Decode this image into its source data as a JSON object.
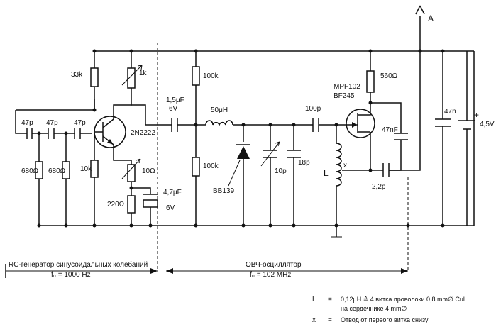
{
  "colors": {
    "ink": "#111111",
    "paper": "#ffffff"
  },
  "output_label": "A",
  "components": {
    "r1": "33k",
    "r_trim1": "1k",
    "r2": "10k",
    "r_trim2": "10Ω",
    "r3": "220Ω",
    "c1": "47p",
    "c2": "47p",
    "c3": "47p",
    "r4": "680Ω",
    "r5": "680Ω",
    "transistor1": "2N2222",
    "c_coupling_1": "1,5μF",
    "c_coupling_2": "6V",
    "c_emitter_1": "4,7μF",
    "c_emitter_2": "6V",
    "r6": "100k",
    "r7": "100k",
    "choke": "50μH",
    "varicap": "BB139",
    "c_var": "10p",
    "c_fix": "18p",
    "c_gate": "100p",
    "fet_1": "MPF102",
    "fet_2": "BF245",
    "r_drain": "560Ω",
    "c_drain": "47nF",
    "c_out": "2,2p",
    "coil": "L",
    "tap": "x",
    "c_supply": "47n",
    "battery_plus": "+",
    "battery": "4,5V"
  },
  "sections": {
    "rc_title": "RC-генератор синусоидальных колебаний",
    "rc_freq": "f₀ = 1000 Hz",
    "vhf_title": "ОВЧ-осциллятор",
    "vhf_freq": "f₀ = 102 MHz"
  },
  "notes": {
    "l_key": "L",
    "l_eq": "=",
    "l_text_1": "0,12μH ≙ 4 витка проволоки 0,8 mm∅ Cul",
    "l_text_2": "на сердечнике 4 mm∅",
    "x_key": "x",
    "x_eq": "=",
    "x_text": "Отвод от первого витка снизу"
  }
}
